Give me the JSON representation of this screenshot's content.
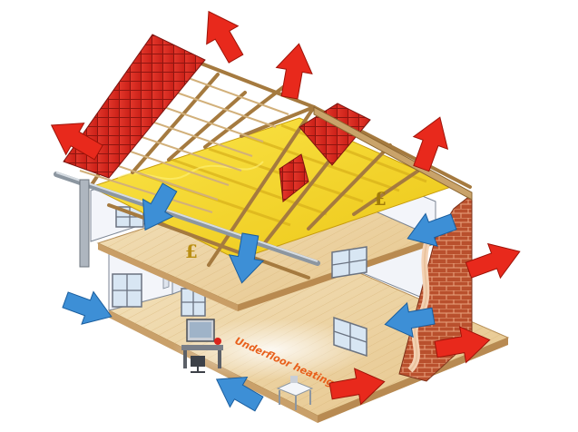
{
  "diagram": {
    "labels": {
      "floor_label": "Underfloor heating"
    },
    "symbols": {
      "currency_mark_1": "£",
      "currency_mark_2": "£"
    },
    "colors": {
      "heat_loss_arrow": "#e8291c",
      "air_flow_arrow": "#3d8fd6",
      "roof_tile": "#d9241c",
      "insulation": "#f3d81e",
      "timber": "#c9a36a",
      "brick": "#c0532f",
      "wall": "#eef2f8",
      "floorboard": "#eed7a8"
    },
    "icons": [
      "heat-loss-arrow",
      "airflow-arrow",
      "computer-desk-icon",
      "side-table-icon",
      "window-icon",
      "gutter-icon"
    ]
  }
}
